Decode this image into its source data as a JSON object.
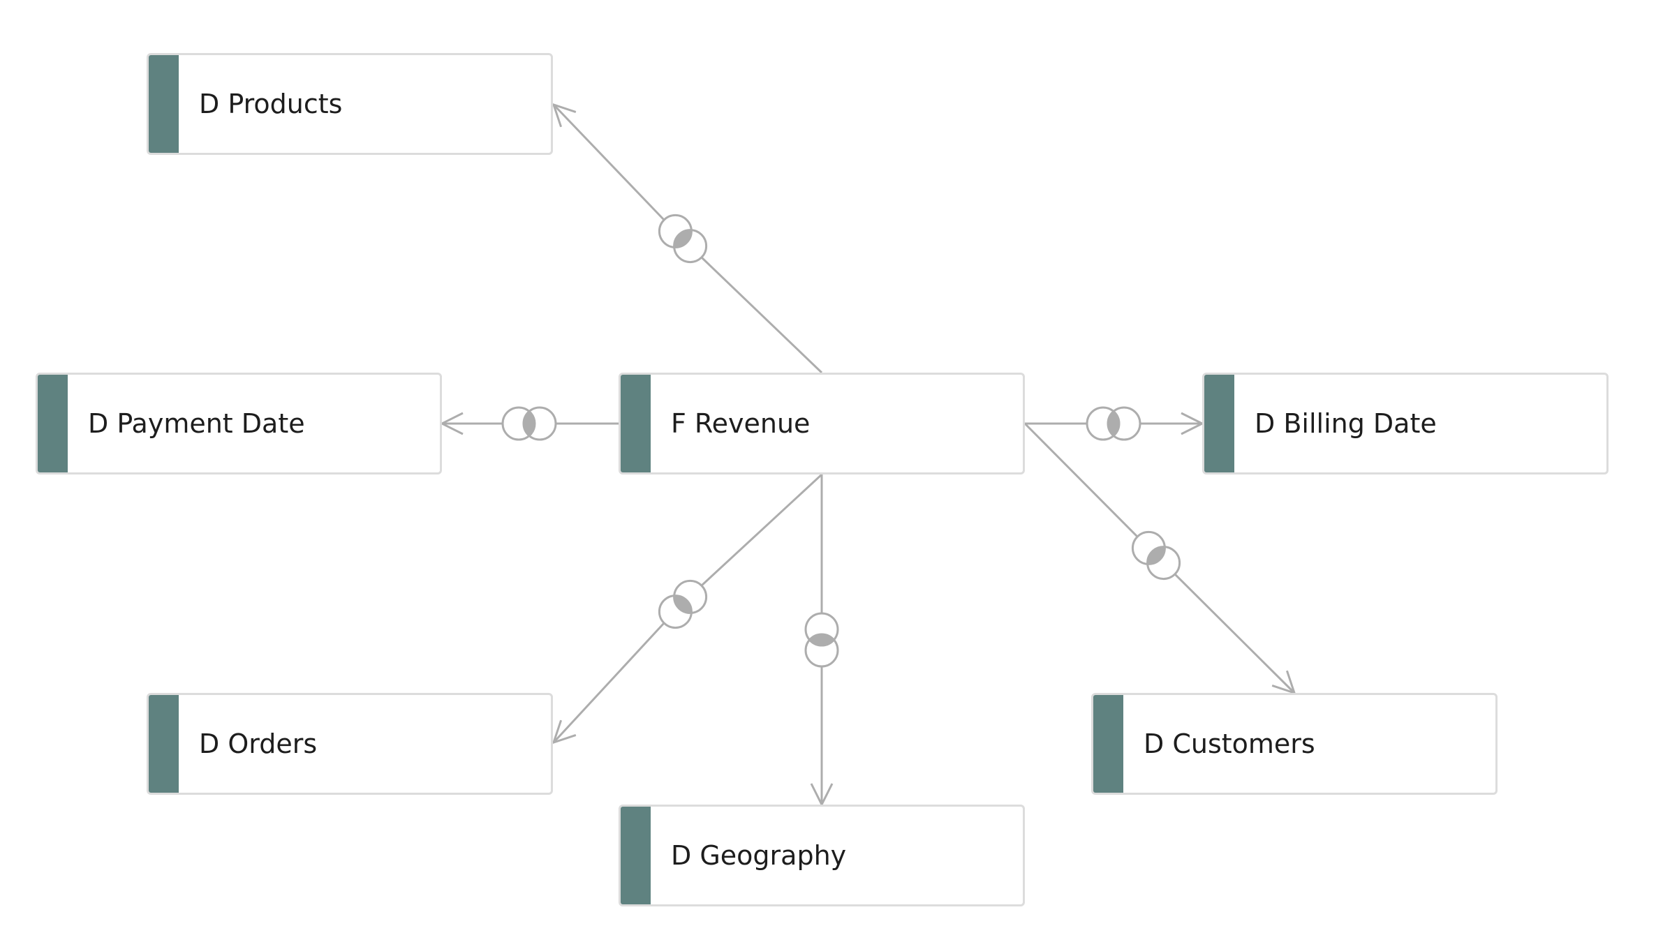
{
  "colors": {
    "entity_stripe": "#5f8280",
    "connector": "#adadad"
  },
  "entities": [
    {
      "id": "products",
      "name": "D Products"
    },
    {
      "id": "payment_date",
      "name": "D Payment Date"
    },
    {
      "id": "revenue",
      "name": "F Revenue"
    },
    {
      "id": "billing_date",
      "name": "D Billing Date"
    },
    {
      "id": "orders",
      "name": "D Orders"
    },
    {
      "id": "geography",
      "name": "D Geography"
    },
    {
      "id": "customers",
      "name": "D Customers"
    }
  ],
  "relationships": [
    {
      "from": "F Revenue",
      "to": "D Products",
      "join": "inner-join-icon"
    },
    {
      "from": "F Revenue",
      "to": "D Payment Date",
      "join": "inner-join-icon"
    },
    {
      "from": "F Revenue",
      "to": "D Billing Date",
      "join": "inner-join-icon"
    },
    {
      "from": "F Revenue",
      "to": "D Orders",
      "join": "inner-join-icon"
    },
    {
      "from": "F Revenue",
      "to": "D Geography",
      "join": "inner-join-icon"
    },
    {
      "from": "F Revenue",
      "to": "D Customers",
      "join": "inner-join-icon"
    }
  ]
}
